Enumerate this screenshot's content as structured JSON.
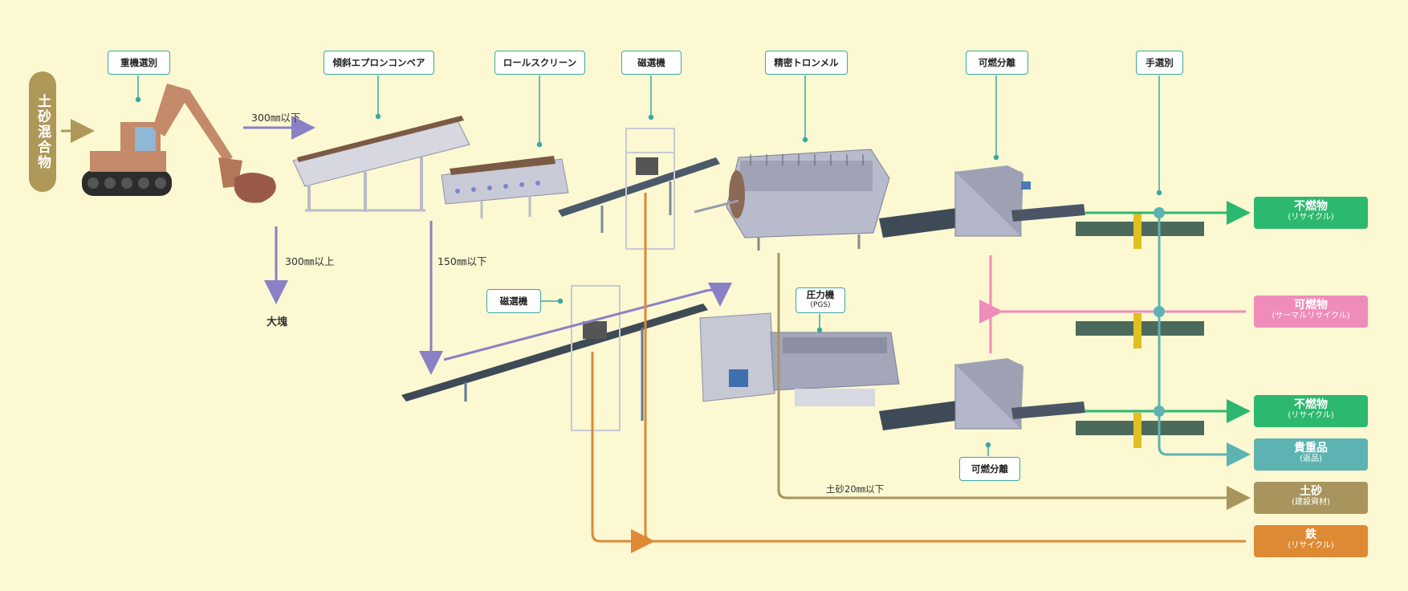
{
  "input_label": "土砂混合物",
  "process_tags": {
    "heavy_machine": "重機選別",
    "apron_conveyor": "傾斜エプロンコンベア",
    "roll_screen": "ロールスクリーン",
    "magnet_1": "磁選機",
    "trommel": "精密トロンメル",
    "combustible_sep_1": "可燃分離",
    "hand_sort": "手選別",
    "magnet_2": "磁選機",
    "press_main": "圧力機",
    "press_sub": "(PGS)",
    "combustible_sep_2": "可燃分離"
  },
  "flow_labels": {
    "under_300": "300㎜以下",
    "over_300": "300㎜以上",
    "large_lumps": "大塊",
    "under_150": "150㎜以下",
    "soil_under_20": "土砂20㎜以下"
  },
  "outputs": [
    {
      "main": "不燃物",
      "sub": "(リサイクル)",
      "color": "#2db86f"
    },
    {
      "main": "可燃物",
      "sub": "(サーマルリサイクル)",
      "color": "#ef8cba"
    },
    {
      "main": "不燃物",
      "sub": "(リサイクル)",
      "color": "#2db86f"
    },
    {
      "main": "貴重品",
      "sub": "(返品)",
      "color": "#5db3b2"
    },
    {
      "main": "土砂",
      "sub": "(建設資材)",
      "color": "#a8955d"
    },
    {
      "main": "鉄",
      "sub": "(リサイクル)",
      "color": "#de8a34"
    }
  ],
  "colors": {
    "purple_flow": "#8b80c5",
    "teal_line": "#3aa8a0",
    "green_flow": "#2db86f",
    "pink_flow": "#ef8cba",
    "olive_flow": "#a8955d",
    "orange_flow": "#de8a34",
    "background": "#fbf8d2"
  }
}
